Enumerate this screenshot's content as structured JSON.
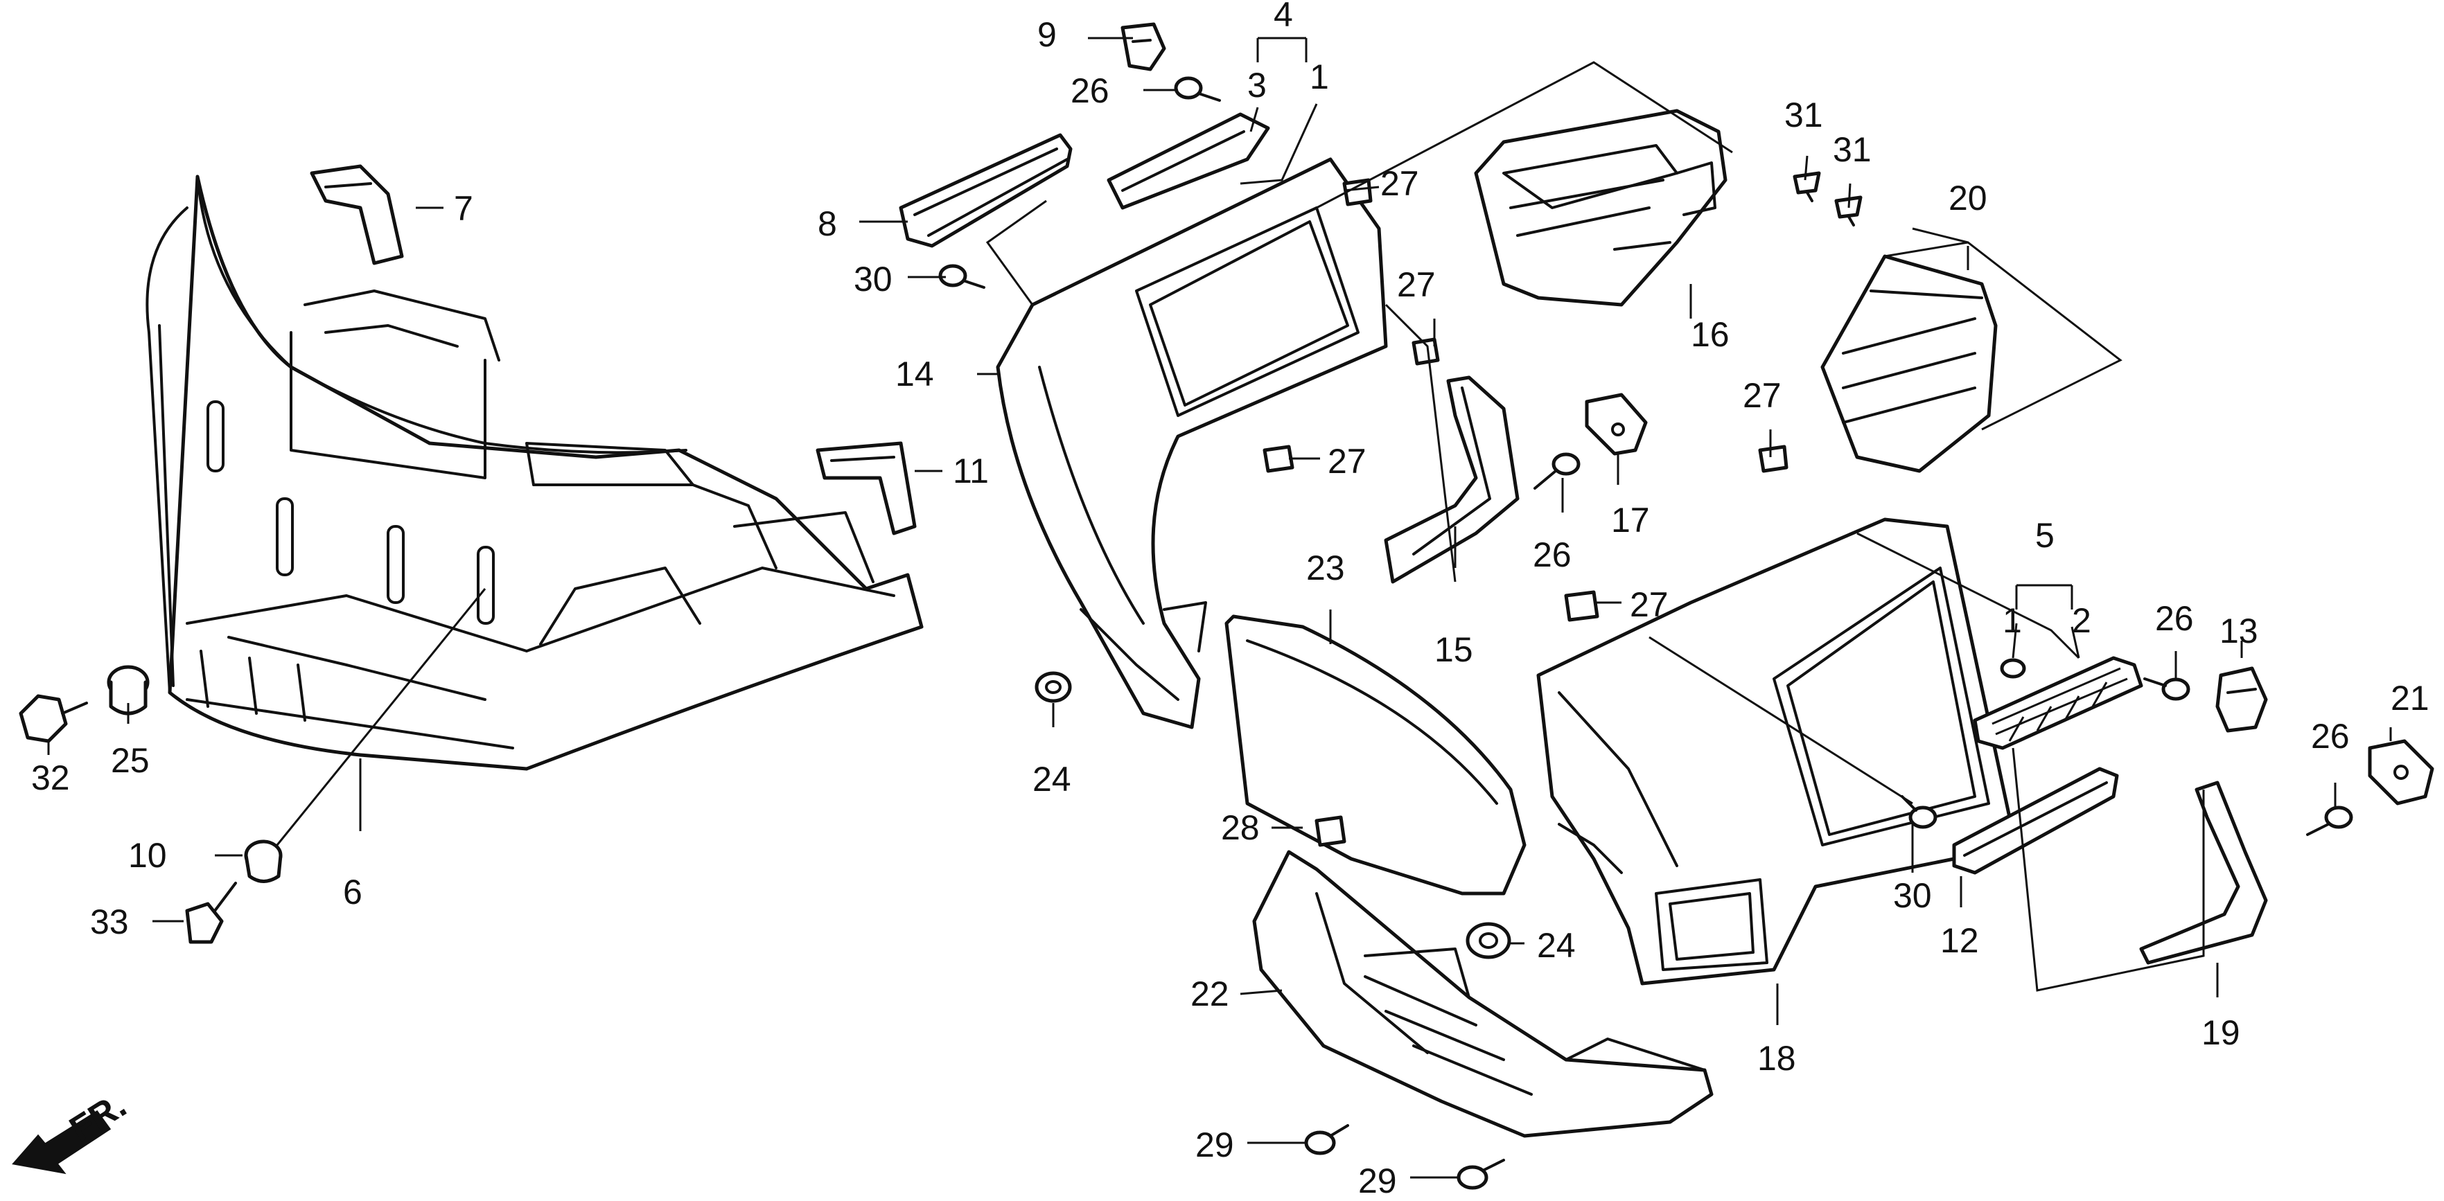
{
  "labels": {
    "l1a": "1",
    "l1b": "1",
    "l2": "2",
    "l3": "3",
    "l4": "4",
    "l5": "5",
    "l6": "6",
    "l7": "7",
    "l8": "8",
    "l9": "9",
    "l10": "10",
    "l11": "11",
    "l12": "12",
    "l13": "13",
    "l14": "14",
    "l15": "15",
    "l16": "16",
    "l17": "17",
    "l18": "18",
    "l19": "19",
    "l20": "20",
    "l21": "21",
    "l22": "22",
    "l23": "23",
    "l24a": "24",
    "l24b": "24",
    "l25": "25",
    "l26a": "26",
    "l26b": "26",
    "l26c": "26",
    "l26d": "26",
    "l27a": "27",
    "l27b": "27",
    "l27c": "27",
    "l27d": "27",
    "l27e": "27",
    "l28": "28",
    "l29a": "29",
    "l29b": "29",
    "l30a": "30",
    "l30b": "30",
    "l31a": "31",
    "l31b": "31",
    "l32": "32",
    "l33": "33"
  },
  "direction_marker": {
    "text": "FR."
  },
  "colors": {
    "ink": "#111111",
    "paper": "#ffffff"
  }
}
